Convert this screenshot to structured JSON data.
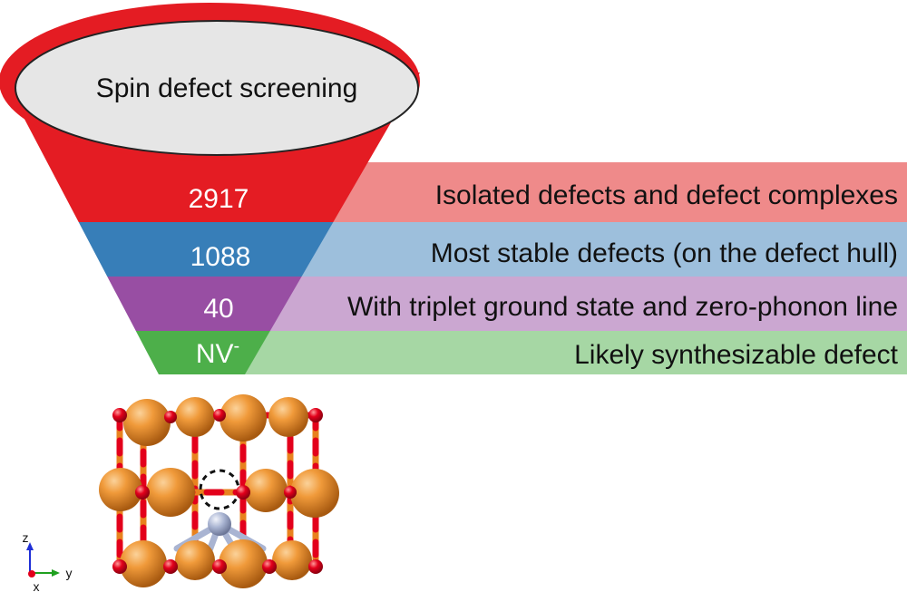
{
  "funnel": {
    "title": "Spin defect screening",
    "stages": [
      {
        "count": "2917",
        "description": "Isolated defects and defect complexes",
        "color": "#e41c23",
        "band_color": "#ef8a8a"
      },
      {
        "count": "1088",
        "description": "Most stable defects (on the defect hull)",
        "color": "#377eb8",
        "band_color": "#9dbfdc"
      },
      {
        "count": "40",
        "description": "With triplet ground state and zero-phonon line",
        "color": "#984ea3",
        "band_color": "#cba7d1"
      },
      {
        "count": "NV",
        "count_superscript": "-",
        "description": "Likely synthesizable defect",
        "color": "#4daf4a",
        "band_color": "#a6d7a4"
      }
    ],
    "rim_color": "#e41c23",
    "mouth_color": "#e6e6e6"
  },
  "axes_indicator": {
    "z": "z",
    "y": "y",
    "x": "x"
  },
  "crystal": {
    "large_atom_color": "#e8821e",
    "small_atom_color": "#e3001b",
    "nitrogen_color": "#a9b4d2"
  }
}
